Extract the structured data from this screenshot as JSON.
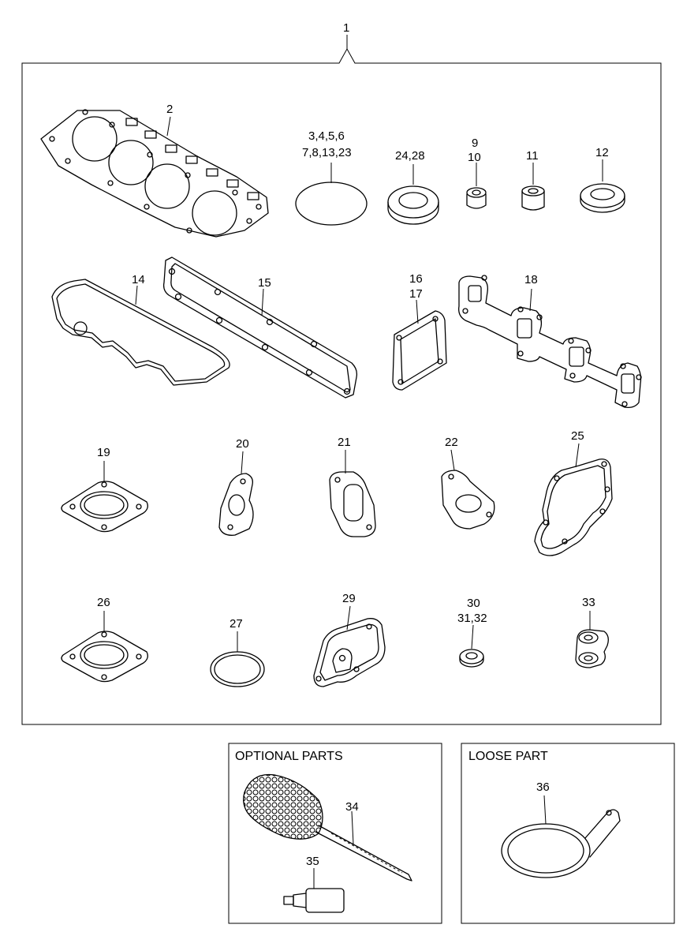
{
  "diagram": {
    "assembly_label": "1",
    "labels": {
      "head_gasket": "2",
      "oring_line1": "3,4,5,6",
      "oring_line2": "7,8,13,23",
      "washer_24": "24,28",
      "seal_line1": "9",
      "seal_line2": "10",
      "sleeve_11": "11",
      "ring_12": "12",
      "rocker_gasket_14": "14",
      "manifold_gasket_15": "15",
      "square_line1": "16",
      "square_line2": "17",
      "exhaust_gasket_18": "18",
      "flange_19": "19",
      "gasket_20": "20",
      "gasket_21": "21",
      "gasket_22": "22",
      "pump_gasket_25": "25",
      "flange_26": "26",
      "ring_27": "27",
      "cover_gasket_29": "29",
      "washer_line1": "30",
      "washer_line2": "31,32",
      "washers_33": "33",
      "brush_34": "34",
      "tube_35": "35",
      "tool_36": "36"
    },
    "optional_parts": {
      "title": "OPTIONAL PARTS"
    },
    "loose_part": {
      "title": "LOOSE PART"
    }
  }
}
